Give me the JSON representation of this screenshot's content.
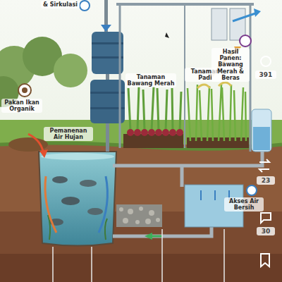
{
  "diagram": {
    "labels": [
      "& Sirkulasi",
      "Pemanenan Air Hujan",
      "Pakan Ikan Organik",
      "Tanaman Bawang Merah",
      "Tanaman Padi",
      "Hasil Panen: Bawang Merah & Beras",
      "Akses Air Bersih",
      "391",
      "23",
      "30"
    ]
  }
}
